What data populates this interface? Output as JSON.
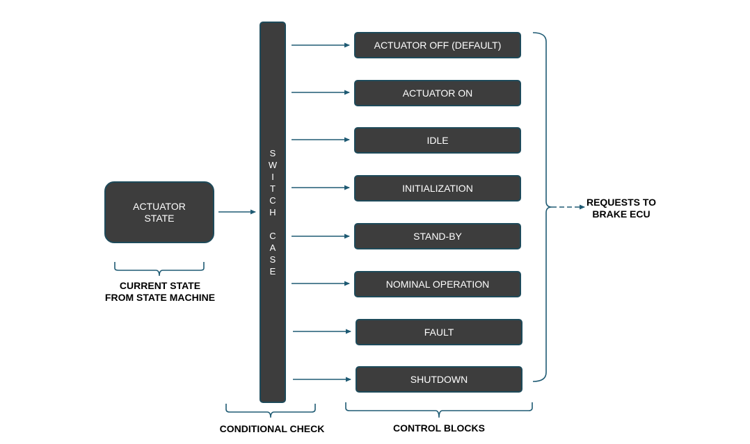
{
  "state_box": {
    "line1": "ACTUATOR",
    "line2": "STATE"
  },
  "switch_case": {
    "letters": "S\nW\nI\nT\nC\nH\n\nC\nA\nS\nE"
  },
  "control_blocks": [
    "ACTUATOR OFF (DEFAULT)",
    "ACTUATOR ON",
    "IDLE",
    "INITIALIZATION",
    "STAND-BY",
    "NOMINAL OPERATION",
    "FAULT",
    "SHUTDOWN"
  ],
  "labels": {
    "current_state_line1": "CURRENT STATE",
    "current_state_line2": "FROM STATE MACHINE",
    "conditional_check": "CONDITIONAL CHECK",
    "control_blocks": "CONTROL BLOCKS",
    "requests_line1": "REQUESTS TO",
    "requests_line2": "BRAKE ECU"
  },
  "colors": {
    "box_fill": "#3d3d3d",
    "accent": "#1e5a73"
  }
}
